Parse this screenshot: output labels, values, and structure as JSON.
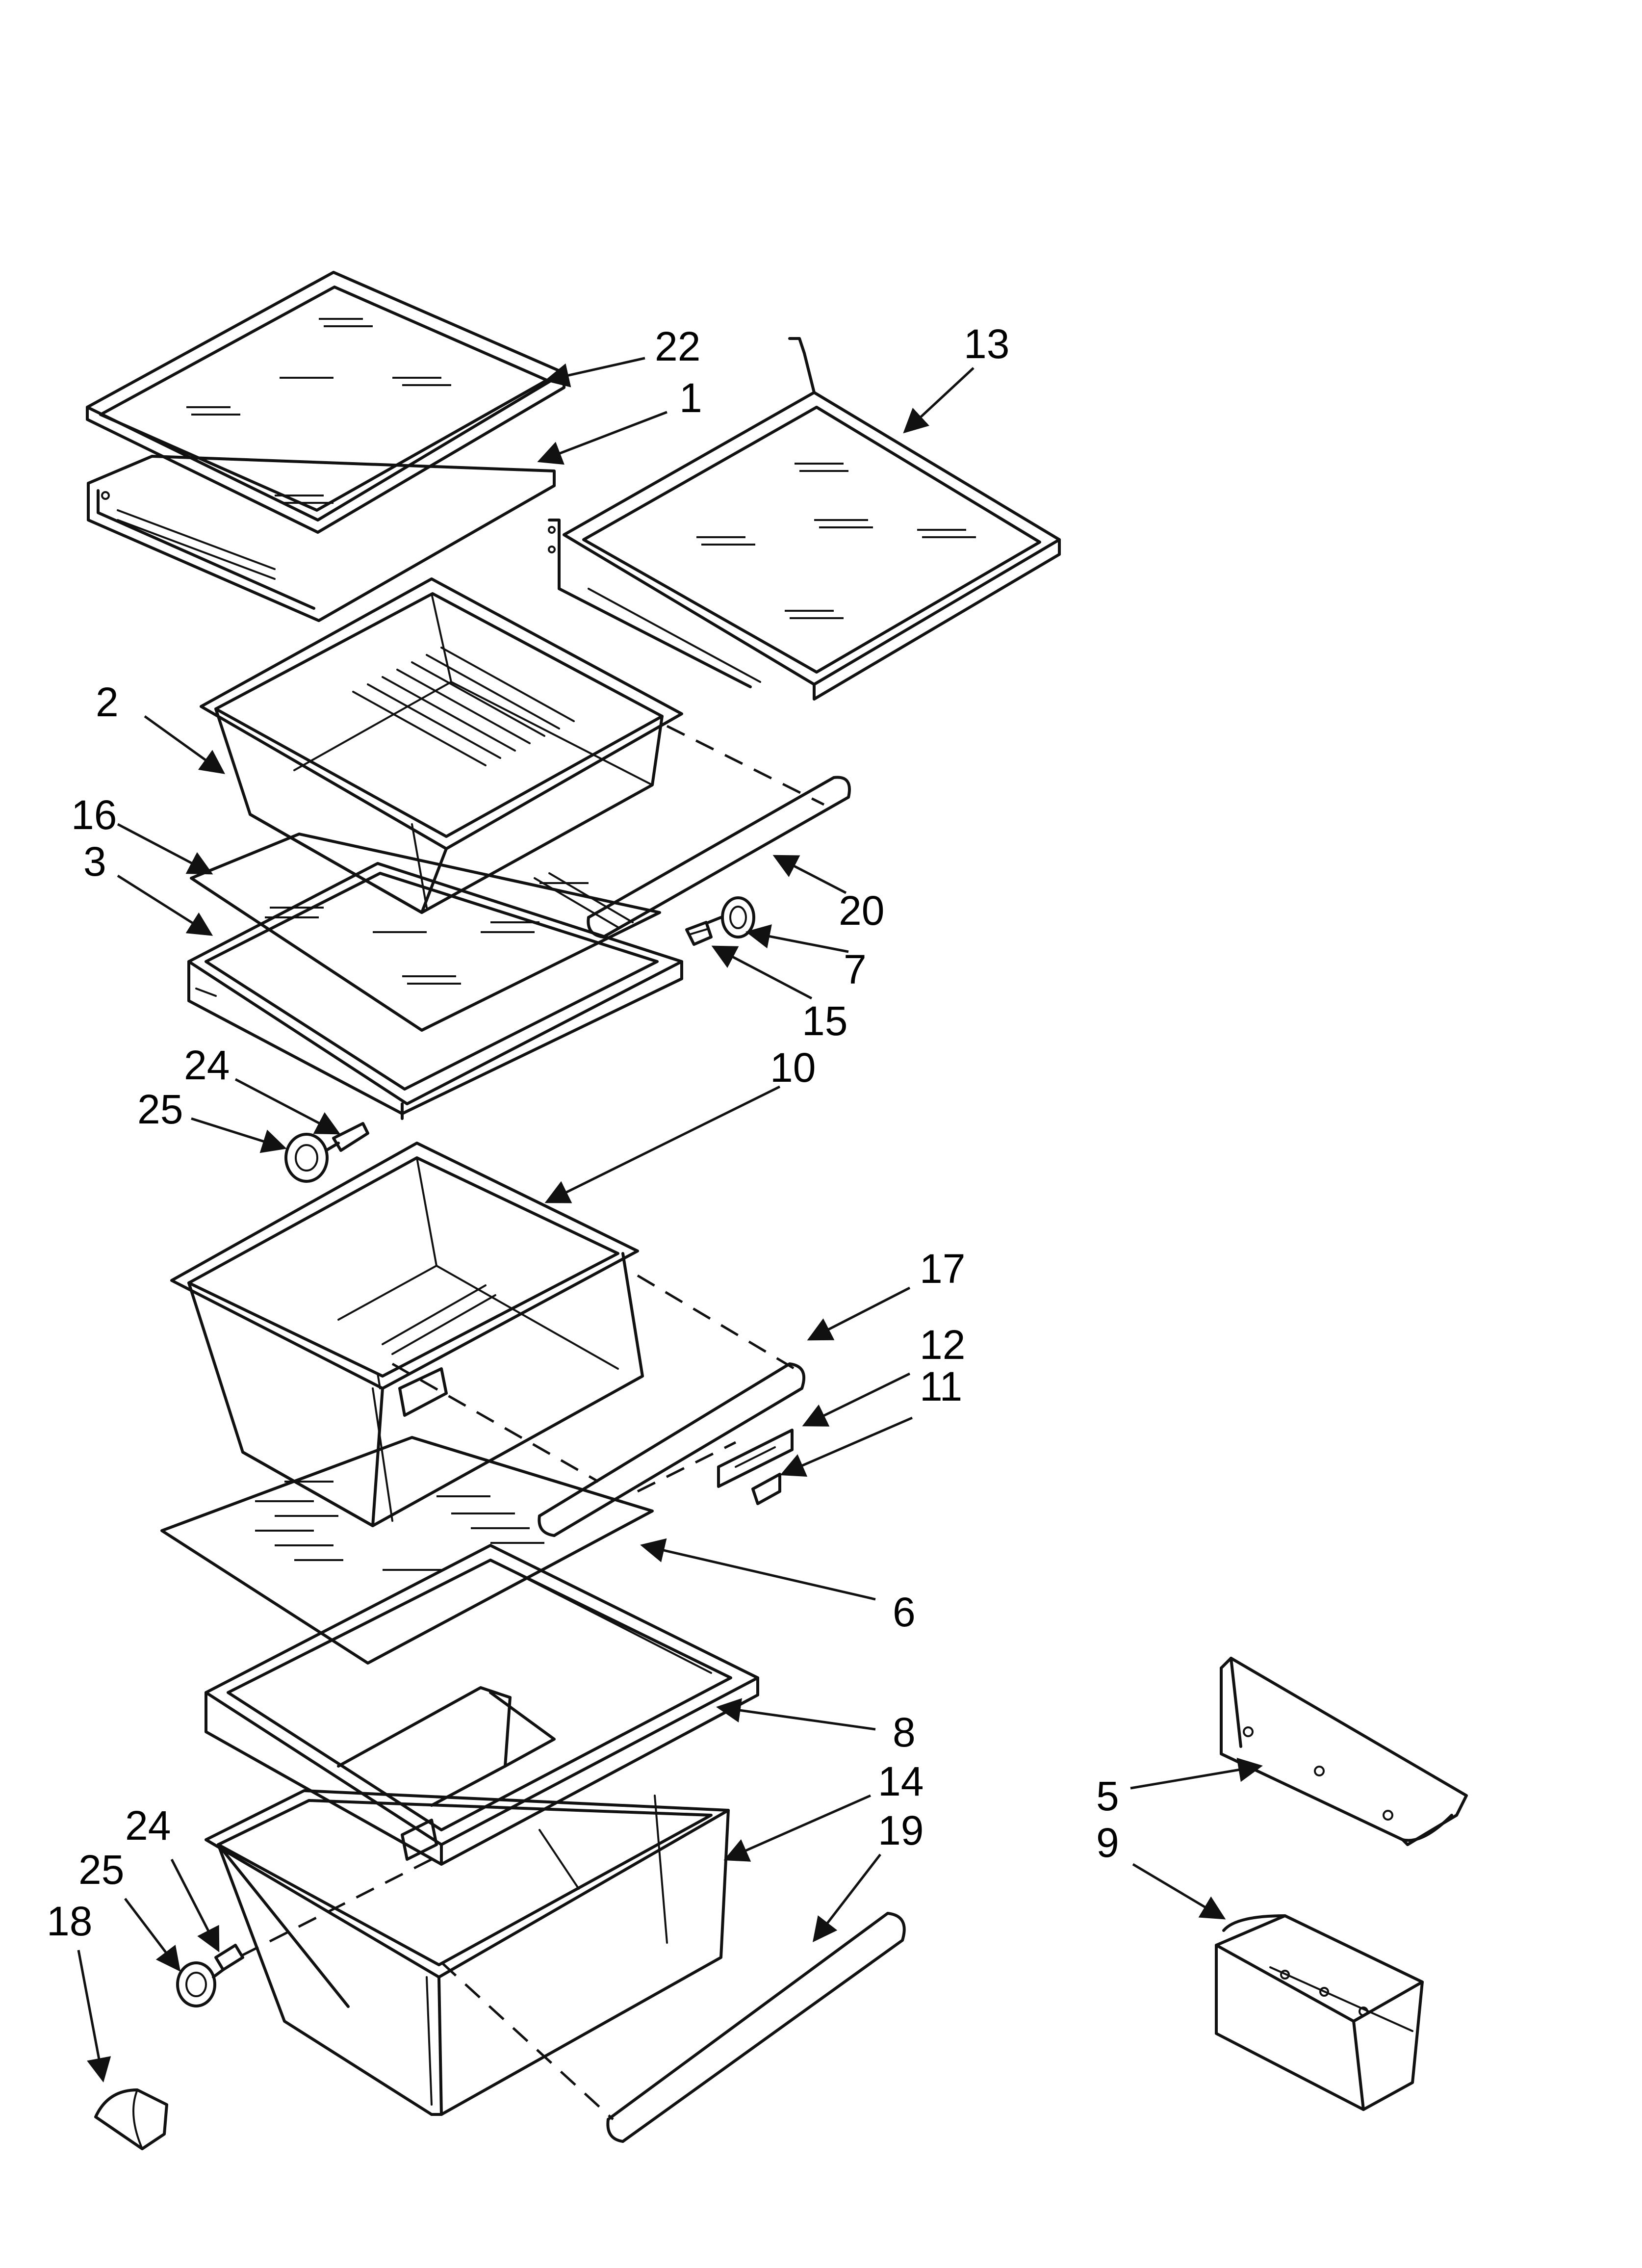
{
  "callouts": [
    {
      "id": "22",
      "label": "22"
    },
    {
      "id": "1",
      "label": "1"
    },
    {
      "id": "13",
      "label": "13"
    },
    {
      "id": "2",
      "label": "2"
    },
    {
      "id": "16",
      "label": "16"
    },
    {
      "id": "3",
      "label": "3"
    },
    {
      "id": "20",
      "label": "20"
    },
    {
      "id": "7",
      "label": "7"
    },
    {
      "id": "15",
      "label": "15"
    },
    {
      "id": "24a",
      "label": "24"
    },
    {
      "id": "25a",
      "label": "25"
    },
    {
      "id": "10",
      "label": "10"
    },
    {
      "id": "17",
      "label": "17"
    },
    {
      "id": "12",
      "label": "12"
    },
    {
      "id": "11",
      "label": "11"
    },
    {
      "id": "6",
      "label": "6"
    },
    {
      "id": "8",
      "label": "8"
    },
    {
      "id": "14",
      "label": "14"
    },
    {
      "id": "19",
      "label": "19"
    },
    {
      "id": "24b",
      "label": "24"
    },
    {
      "id": "25b",
      "label": "25"
    },
    {
      "id": "18",
      "label": "18"
    },
    {
      "id": "5",
      "label": "5"
    },
    {
      "id": "9",
      "label": "9"
    }
  ]
}
